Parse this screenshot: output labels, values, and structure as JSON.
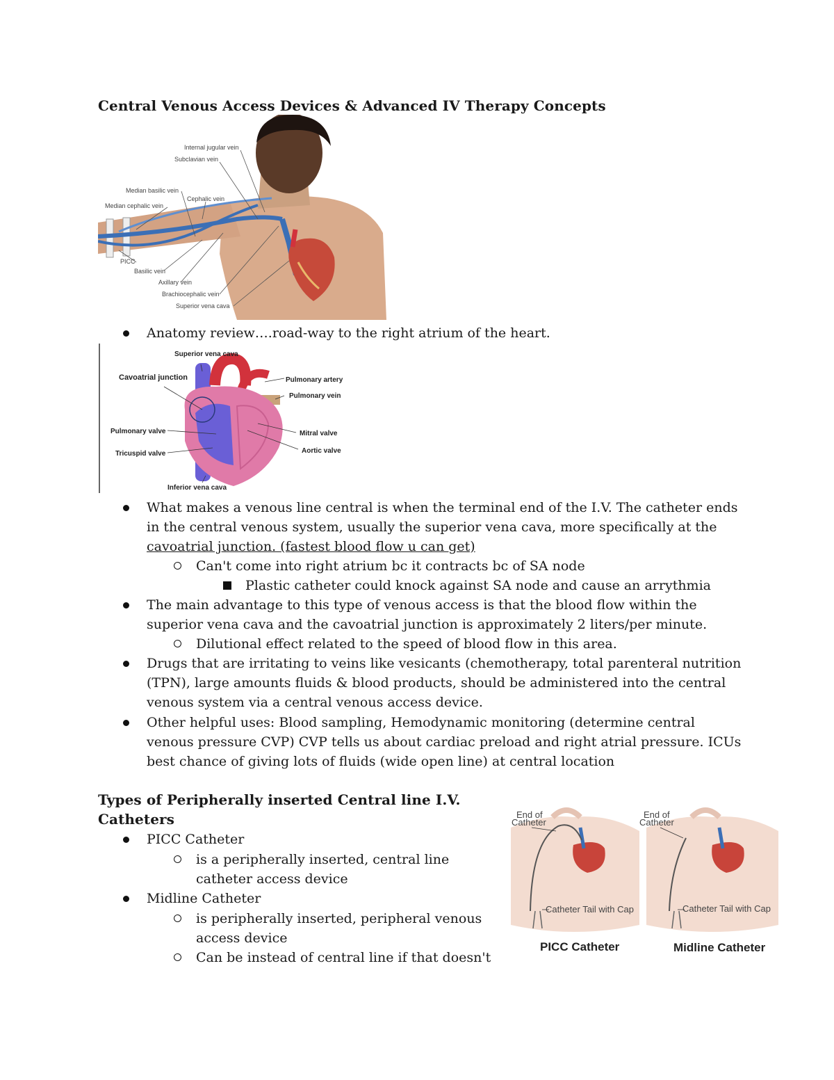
{
  "heading1": "Central Venous Access Devices & Advanced IV Therapy Concepts",
  "fig1": {
    "labels": [
      "Internal jugular vein",
      "Subclavian vein",
      "Median basilic vein",
      "Cephalic vein",
      "Median cephalic vein",
      "PICC",
      "Basilic vein",
      "Axillary vein",
      "Brachiocephalic vein",
      "Superior vena cava"
    ]
  },
  "bullet_anatomy": "Anatomy review….road-way to the right atrium of the heart.",
  "fig2": {
    "labels": {
      "svc": "Superior vena cava",
      "cj": "Cavoatrial junction",
      "pa": "Pulmonary artery",
      "pv": "Pulmonary vein",
      "pulv": "Pulmonary valve",
      "mv": "Mitral valve",
      "tv": "Tricuspid valve",
      "av": "Aortic valve",
      "ivc": "Inferior vena cava"
    }
  },
  "bullets": {
    "central_l1": "What makes a venous line central is when the terminal end of the I.V. The catheter ends",
    "central_l2": "in the central venous system, usually the superior vena cava, more specifically at the",
    "central_l3": "cavoatrial junction. (fastest blood flow u can get)",
    "atrium": "Can't come into right atrium bc it contracts bc of SA node",
    "plastic": "Plastic catheter could knock against SA node and cause an arrythmia",
    "adv_l1": "The main advantage to this type of venous access is that the blood flow within the",
    "adv_l2": "superior vena cava and the cavoatrial junction is approximately 2 liters/per minute.",
    "dilution": "Dilutional effect related to the speed of blood flow in this area.",
    "drugs_l1": "Drugs that are irritating to veins like vesicants (chemotherapy, total parenteral nutrition",
    "drugs_l2": "(TPN), large amounts fluids & blood products, should be administered into the central",
    "drugs_l3": "venous system via a central venous access device.",
    "other_l1": "Other helpful uses: Blood sampling, Hemodynamic monitoring (determine central",
    "other_l2": "venous pressure CVP) CVP tells us about cardiac preload and right atrial pressure. ICUs",
    "other_l3": "best chance of giving lots of fluids (wide open line) at central location"
  },
  "heading2_l1": "Types of Peripherally inserted Central line I.V.",
  "heading2_l2": "Catheters",
  "types": {
    "picc": "PICC Catheter",
    "picc_d1": "is a peripherally inserted, central line",
    "picc_d2": "catheter access device",
    "midline": "Midline Catheter",
    "mid_d1": " is peripherally inserted, peripheral venous",
    "mid_d2": "access device",
    "mid_d3": "Can be instead of central line if that doesn't"
  },
  "fig3": {
    "left": {
      "end": "End of",
      "end2": "Catheter",
      "tail": "Catheter Tail with Cap",
      "caption": "PICC Catheter"
    },
    "right": {
      "end": "End of",
      "end2": "Catheter",
      "tail": "Catheter Tail with Cap",
      "caption": "Midline Catheter"
    }
  },
  "colors": {
    "vein": "#3b6fb6",
    "artery": "#d2323c",
    "skin": "#d6a98a",
    "heart_pink": "#e07aa8",
    "heart_blue": "#6a5fd6"
  }
}
